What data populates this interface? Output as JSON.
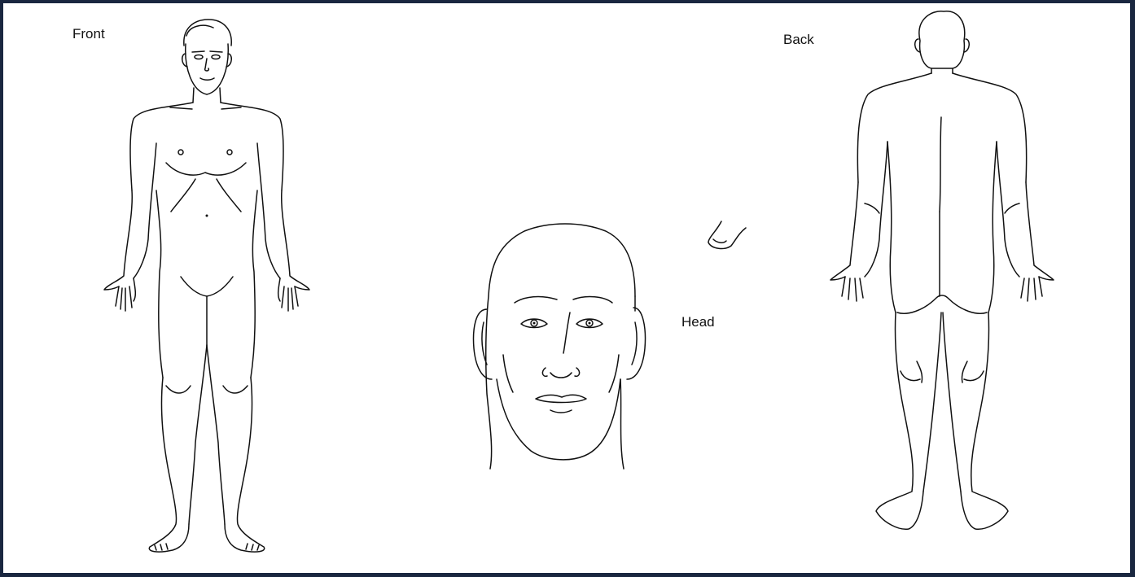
{
  "labels": {
    "front": "Front",
    "back": "Back",
    "head": "Head"
  },
  "colors": {
    "border": "#1a2740",
    "background": "#ffffff",
    "line": "#111111"
  }
}
